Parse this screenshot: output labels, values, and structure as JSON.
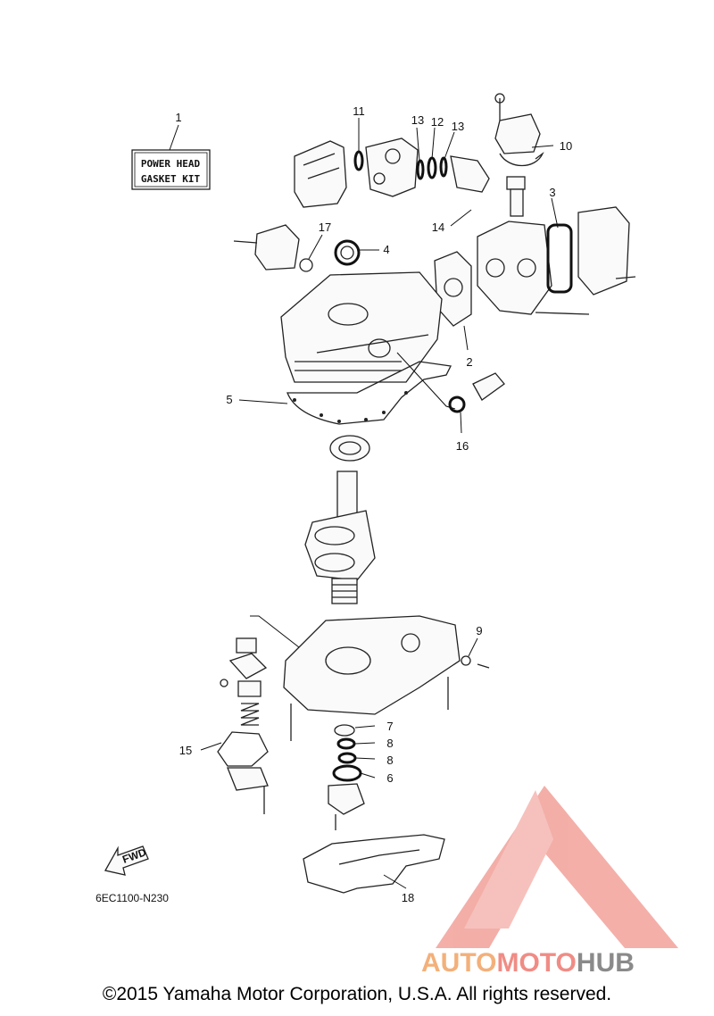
{
  "kit_box": {
    "line1": "POWER HEAD",
    "line2": "GASKET KIT"
  },
  "callouts": [
    "1",
    "2",
    "3",
    "4",
    "5",
    "6",
    "7",
    "8",
    "8",
    "9",
    "10",
    "11",
    "12",
    "13",
    "13",
    "14",
    "15",
    "16",
    "17",
    "18"
  ],
  "fwd_label": "FWD",
  "diagram_code": "6EC1100-N230",
  "watermark": {
    "part1": "AUTO",
    "part2": "MOTO",
    "part3": "HUB",
    "colors": {
      "auto": "#f3b07a",
      "moto": "#f08c85",
      "hub": "#8a8a8a",
      "logo": "#f2a19a"
    }
  },
  "copyright": "©2015 Yamaha Motor Corporation, U.S.A. All rights reserved."
}
